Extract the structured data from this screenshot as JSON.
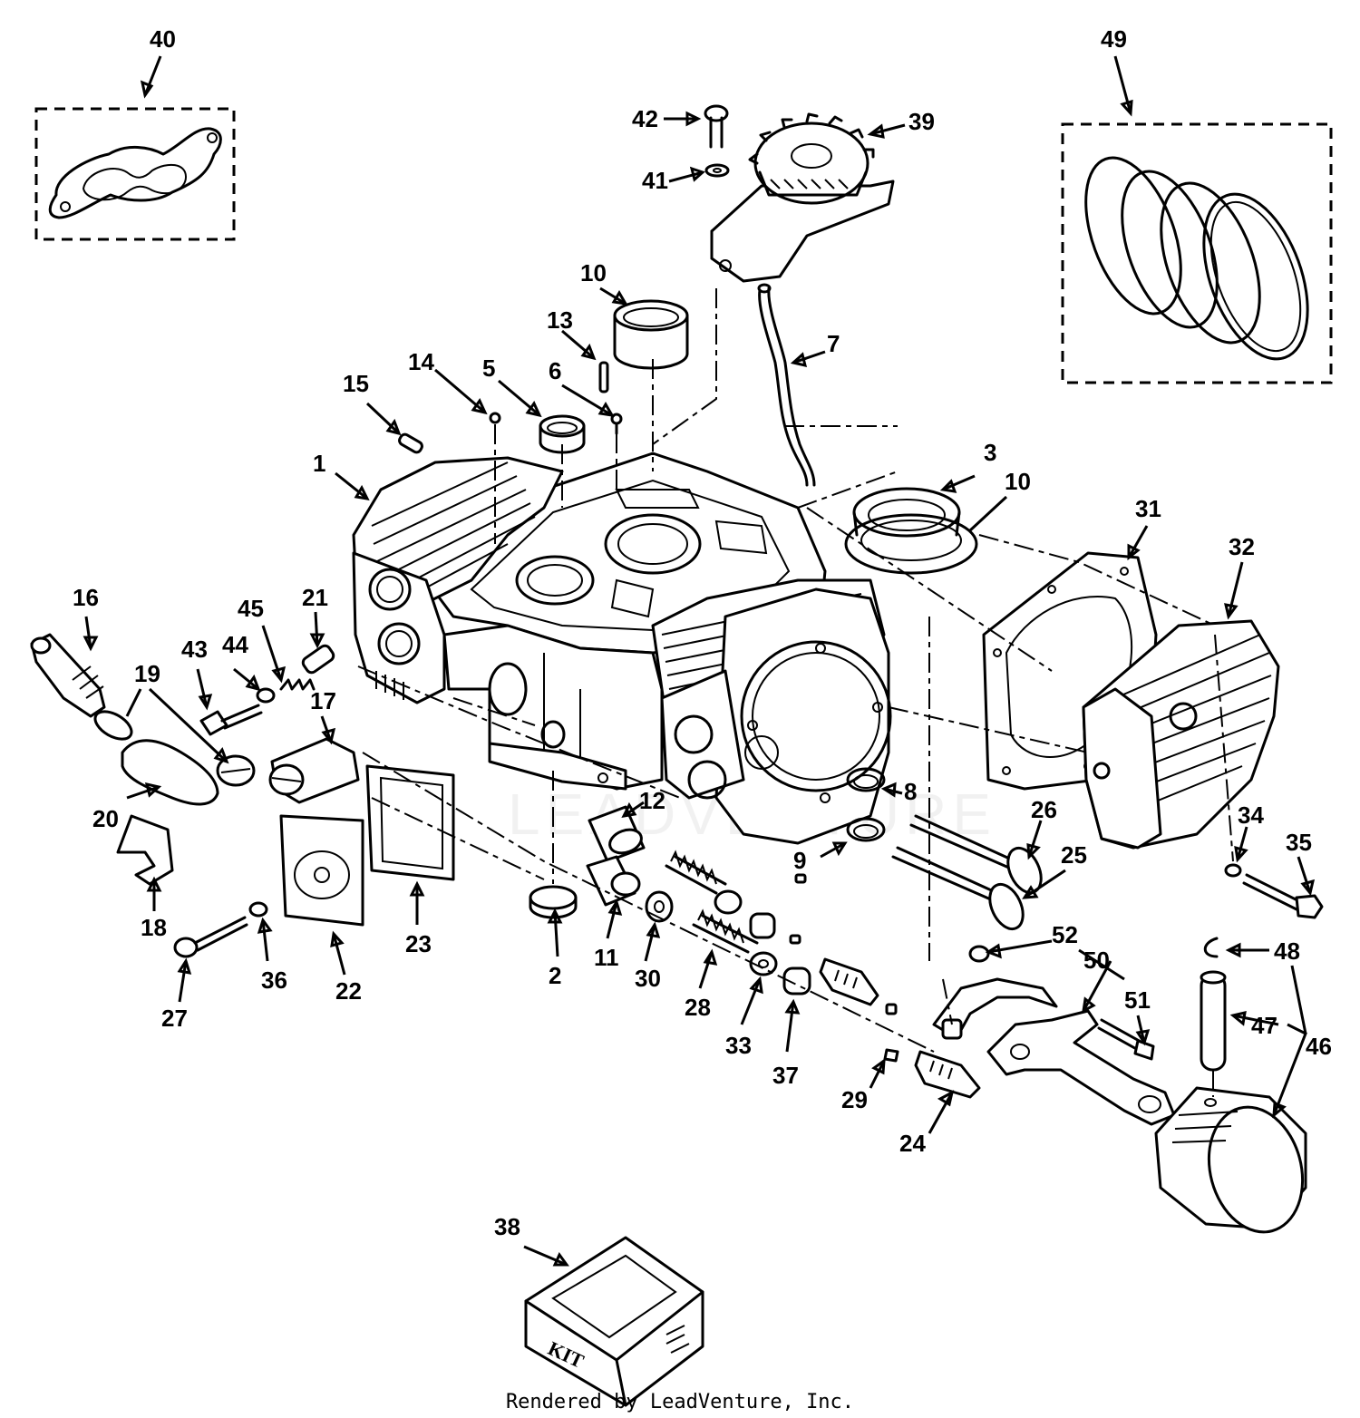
{
  "diagram": {
    "callouts": [
      {
        "id": "c40",
        "label": "40"
      },
      {
        "id": "c49",
        "label": "49"
      },
      {
        "id": "c42",
        "label": "42"
      },
      {
        "id": "c39",
        "label": "39"
      },
      {
        "id": "c41",
        "label": "41"
      },
      {
        "id": "c10a",
        "label": "10"
      },
      {
        "id": "c13",
        "label": "13"
      },
      {
        "id": "c7",
        "label": "7"
      },
      {
        "id": "c14",
        "label": "14"
      },
      {
        "id": "c5",
        "label": "5"
      },
      {
        "id": "c6",
        "label": "6"
      },
      {
        "id": "c15",
        "label": "15"
      },
      {
        "id": "c1",
        "label": "1"
      },
      {
        "id": "c3",
        "label": "3"
      },
      {
        "id": "c10b",
        "label": "10"
      },
      {
        "id": "c31",
        "label": "31"
      },
      {
        "id": "c32",
        "label": "32"
      },
      {
        "id": "c16",
        "label": "16"
      },
      {
        "id": "c45",
        "label": "45"
      },
      {
        "id": "c21",
        "label": "21"
      },
      {
        "id": "c43",
        "label": "43"
      },
      {
        "id": "c44",
        "label": "44"
      },
      {
        "id": "c19",
        "label": "19"
      },
      {
        "id": "c17",
        "label": "17"
      },
      {
        "id": "c20",
        "label": "20"
      },
      {
        "id": "c18",
        "label": "18"
      },
      {
        "id": "c12",
        "label": "12"
      },
      {
        "id": "c8",
        "label": "8"
      },
      {
        "id": "c9",
        "label": "9"
      },
      {
        "id": "c26",
        "label": "26"
      },
      {
        "id": "c25",
        "label": "25"
      },
      {
        "id": "c34",
        "label": "34"
      },
      {
        "id": "c35",
        "label": "35"
      },
      {
        "id": "c23",
        "label": "23"
      },
      {
        "id": "c22",
        "label": "22"
      },
      {
        "id": "c36",
        "label": "36"
      },
      {
        "id": "c27",
        "label": "27"
      },
      {
        "id": "c2",
        "label": "2"
      },
      {
        "id": "c11",
        "label": "11"
      },
      {
        "id": "c30",
        "label": "30"
      },
      {
        "id": "c28",
        "label": "28"
      },
      {
        "id": "c33",
        "label": "33"
      },
      {
        "id": "c37",
        "label": "37"
      },
      {
        "id": "c52",
        "label": "52"
      },
      {
        "id": "c50",
        "label": "50"
      },
      {
        "id": "c48",
        "label": "48"
      },
      {
        "id": "c51",
        "label": "51"
      },
      {
        "id": "c47",
        "label": "47"
      },
      {
        "id": "c46",
        "label": "46"
      },
      {
        "id": "c29",
        "label": "29"
      },
      {
        "id": "c24",
        "label": "24"
      },
      {
        "id": "c38",
        "label": "38"
      }
    ],
    "kit_label": "KIT",
    "watermark": "LEADVENTURE",
    "footer": "Rendered by LeadVenture, Inc."
  }
}
